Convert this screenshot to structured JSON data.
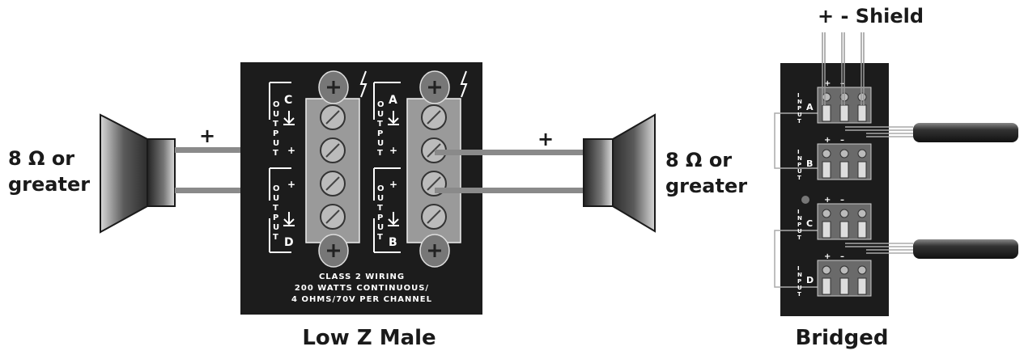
{
  "left_panel": {
    "caption": "Low Z Male",
    "channel_top_left": "C",
    "channel_bottom_left": "D",
    "channel_top_right": "A",
    "channel_bottom_right": "B",
    "output_label": "OUTPUT",
    "plus": "+",
    "line1": "CLASS 2 WIRING",
    "line2": "200 WATTS CONTINUOUS/",
    "line3": "4 OHMS/70V PER CHANNEL"
  },
  "left_speaker": {
    "line1": "8 Ω or",
    "line2": "greater",
    "plus": "+"
  },
  "right_speaker": {
    "line1": "8 Ω or",
    "line2": "greater",
    "plus": "+"
  },
  "right_panel": {
    "caption": "Bridged",
    "top_label": "+ -  Shield",
    "input_label": "INPUT",
    "channels": [
      "A",
      "B",
      "C",
      "D"
    ],
    "plus": "+",
    "minus": "–"
  },
  "colors": {
    "panel": "#1c1c1c",
    "speaker": "#3a3a3a",
    "wire": "#8a8a8a",
    "terminal": "#9a9a9a"
  }
}
